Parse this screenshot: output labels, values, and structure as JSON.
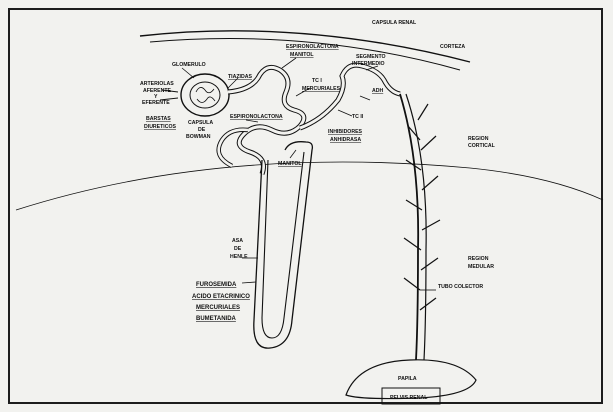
{
  "figure": {
    "labels": {
      "capsula_renal": "CAPSULA RENAL",
      "corteza": "CORTEZA",
      "region_cortical": [
        "REGION",
        "CORTICAL"
      ],
      "region_medular": [
        "REGION",
        "MEDULAR"
      ],
      "glomerulo": "GLOMERULO",
      "arteriolas": [
        "ARTERIOLAS",
        "AFERENTE",
        "Y",
        "EFERENTE"
      ],
      "capsula_bowman": [
        "CAPSULA",
        "DE",
        "BOWMAN"
      ],
      "barstas": [
        "BARSTAS",
        "DIURETICOS"
      ],
      "tiazidas": "TIAZIDAS",
      "espironolactona": [
        "ESPIRONOLACTONA",
        "MANITOL"
      ],
      "tci": [
        "TC I",
        "MERCURIALES"
      ],
      "segmento": [
        "SEGMENTO",
        "INTERMEDIO"
      ],
      "adh": "ADH",
      "tcii": "TC II",
      "inhibidores": [
        "INHIBIDORES",
        "ANHIDRASA"
      ],
      "espironolactona2": "ESPIRONOLACTONA",
      "manitol": "MANITOL",
      "asa_henle": [
        "ASA",
        "DE",
        "HENLE"
      ],
      "furosemida_list": [
        "FUROSEMIDA",
        "ACIDO ETACRINICO",
        "MERCURIALES",
        "BUMETANIDA"
      ],
      "tubo_colector": "TUBO COLECTOR",
      "papila": "PAPILA",
      "pelvis_renal": "PELVIS RENAL"
    }
  }
}
